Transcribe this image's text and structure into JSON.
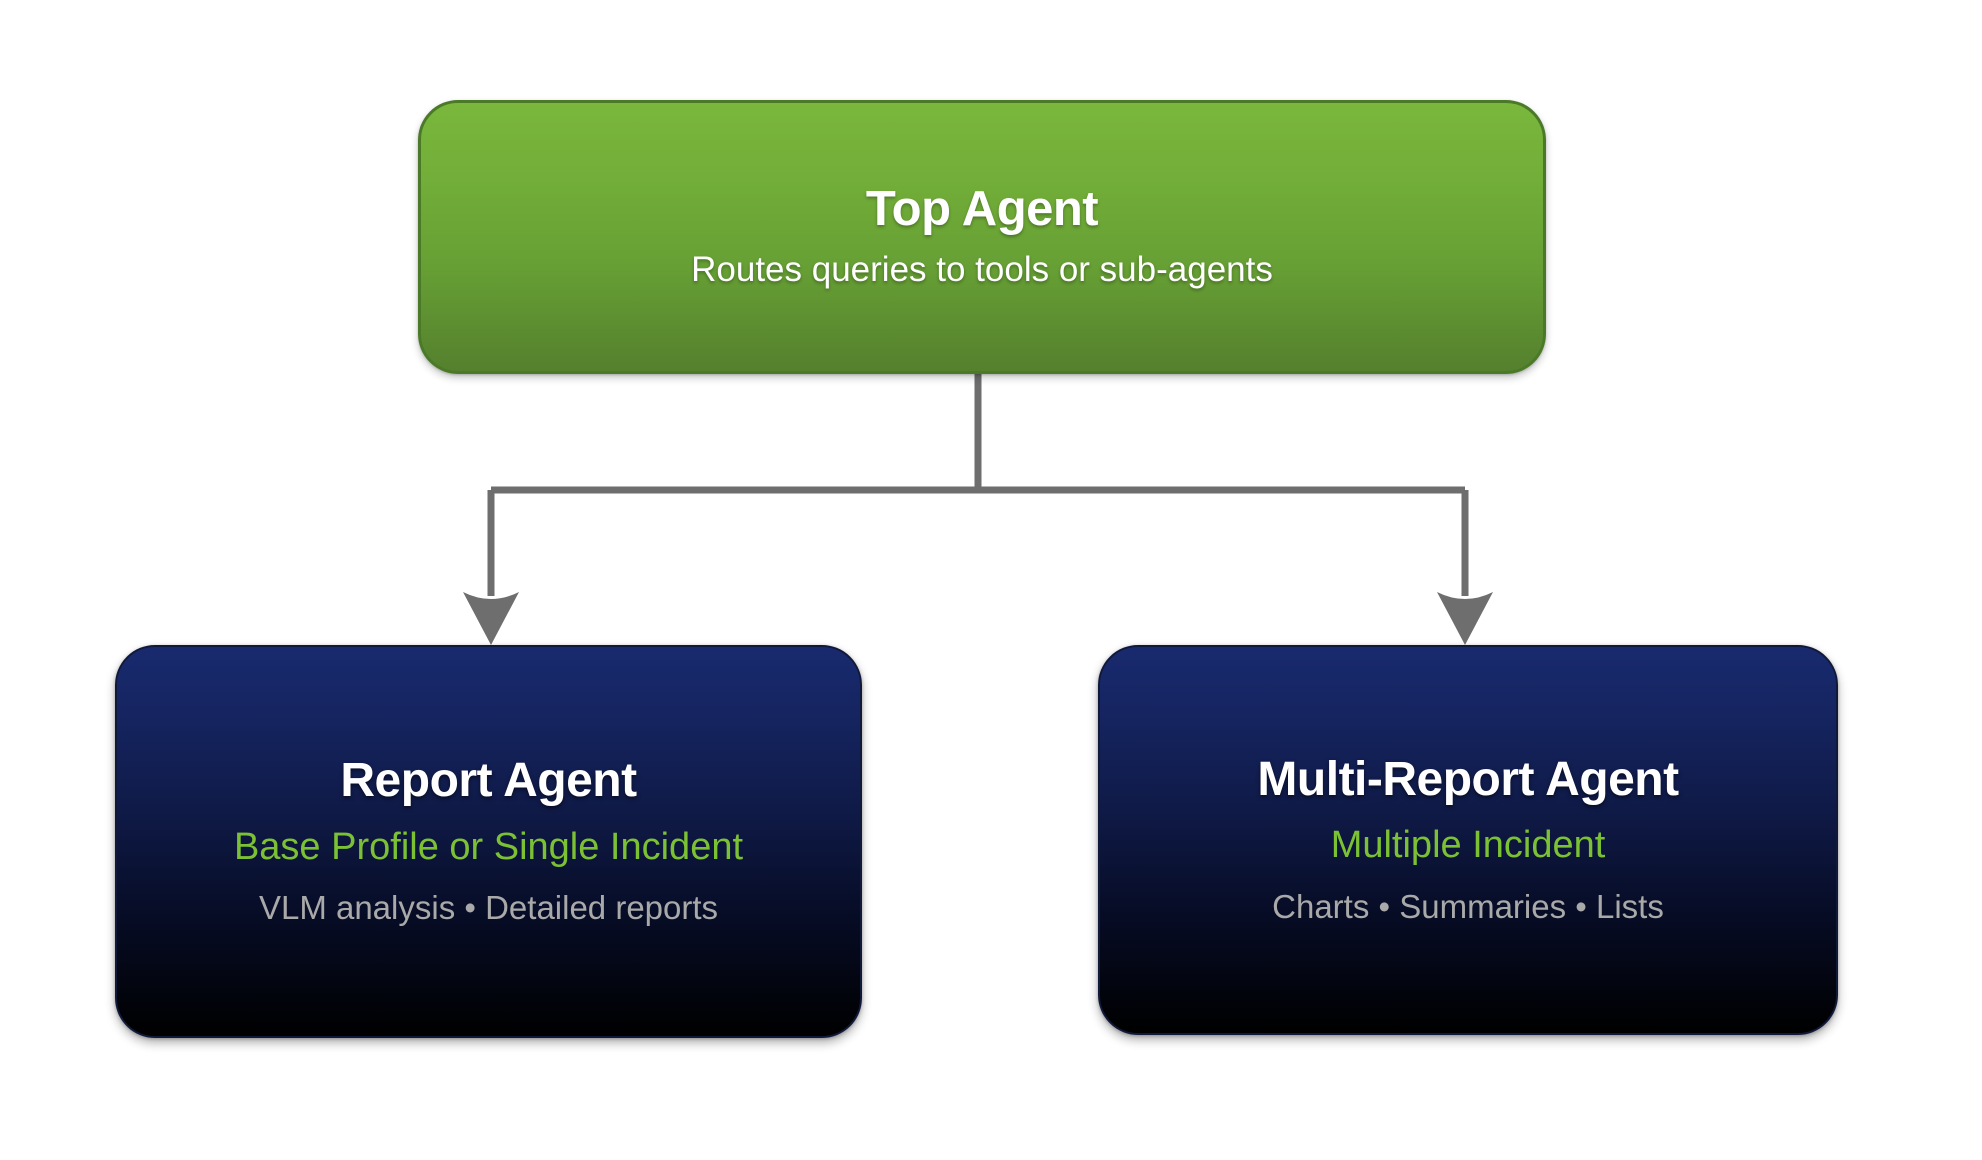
{
  "diagram": {
    "type": "hierarchy-flowchart",
    "background_color": "#ffffff",
    "nodes": {
      "root": {
        "id": "top-agent",
        "title": "Top Agent",
        "subtitle": "Routes queries to tools or sub-agents",
        "fill_top": "#7ab73c",
        "fill_bottom": "#55802e",
        "border_color": "#4a7a28",
        "title_color": "#ffffff",
        "subtitle_color": "#ffffff"
      },
      "children": [
        {
          "id": "report-agent",
          "title": "Report Agent",
          "tagline": "Base Profile or Single Incident",
          "meta": "VLM analysis • Detailed reports",
          "fill_top": "#182a6e",
          "fill_bottom": "#000000",
          "title_color": "#ffffff",
          "tagline_color": "#7cc134",
          "meta_color": "#a9a9a9"
        },
        {
          "id": "multi-report-agent",
          "title": "Multi-Report Agent",
          "tagline": "Multiple Incident",
          "meta": "Charts • Summaries • Lists",
          "fill_top": "#182a6e",
          "fill_bottom": "#000000",
          "title_color": "#ffffff",
          "tagline_color": "#7cc134",
          "meta_color": "#a9a9a9"
        }
      ]
    },
    "connectors": {
      "color": "#6e6e6e",
      "stroke_width": 7,
      "style": "orthogonal-elbow-with-arrowheads",
      "edges": [
        {
          "from": "top-agent",
          "to": "report-agent"
        },
        {
          "from": "top-agent",
          "to": "multi-report-agent"
        }
      ]
    }
  }
}
